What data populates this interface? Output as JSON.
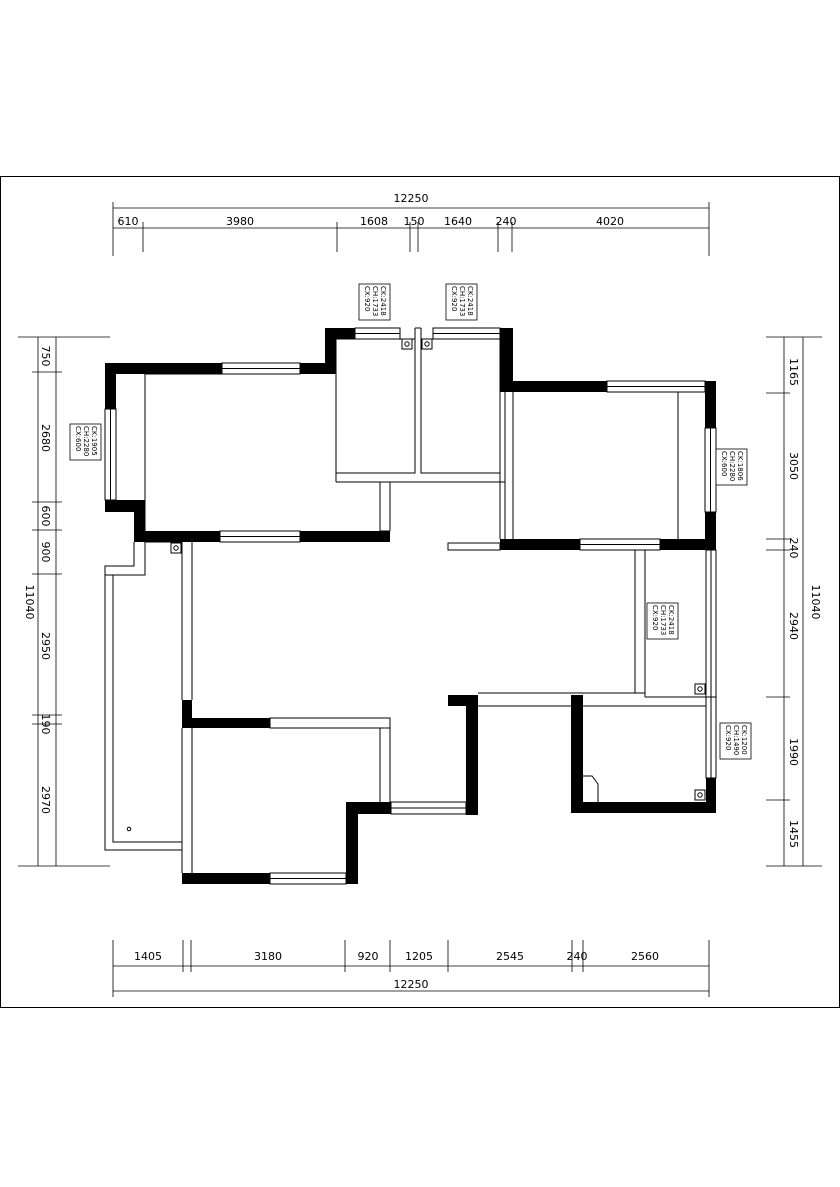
{
  "overall_width": "12250",
  "overall_depth": "11040",
  "top_dims": [
    "610",
    "3980",
    "1608",
    "150",
    "1640",
    "240",
    "4020"
  ],
  "bottom_dims": [
    "1405",
    "3180",
    "920",
    "1205",
    "2545",
    "240",
    "2560"
  ],
  "left_dims": [
    "750",
    "2680",
    "600",
    "900",
    "2950",
    "190",
    "2970"
  ],
  "right_dims": [
    "1165",
    "3050",
    "240",
    "2940",
    "1990",
    "1455"
  ],
  "window_tags": {
    "top_a": [
      "CK:2418",
      "CH:1733",
      "CX:920"
    ],
    "top_b": [
      "CK:2418",
      "CH:1733",
      "CX:920"
    ],
    "left": [
      "CK:1905",
      "CH:2280",
      "CX:600"
    ],
    "right_upper": [
      "CK:1806",
      "CH:2280",
      "CX:600"
    ],
    "right_mid": [
      "CK:2418",
      "CH:1733",
      "CX:920"
    ],
    "right_lower": [
      "CK:1200",
      "CH:1490",
      "CX:920"
    ]
  }
}
